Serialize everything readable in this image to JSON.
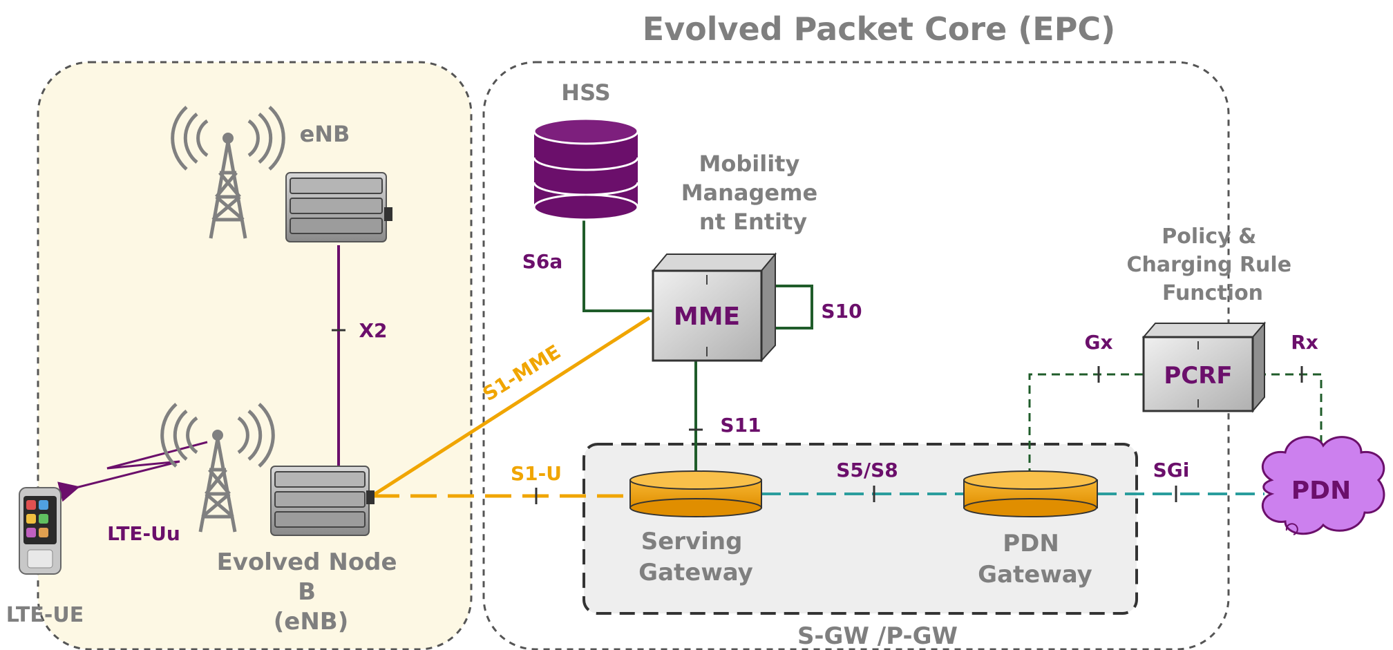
{
  "title": "Evolved Packet Core (EPC)",
  "nodes": {
    "enb_top": "eNB",
    "hss": "HSS",
    "mme_desc": [
      "Mobility",
      "Manageme",
      "nt Entity"
    ],
    "mme": "MME",
    "pcrf_desc": [
      "Policy &",
      "Charging Rule",
      "Function"
    ],
    "pcrf": "PCRF",
    "pdn": "PDN",
    "sgw": [
      "Serving",
      "Gateway"
    ],
    "pgw": [
      "PDN",
      "Gateway"
    ],
    "enb_bottom": [
      "Evolved Node",
      "B",
      "(eNB)"
    ],
    "ue": "LTE-UE",
    "gw_group": "S-GW /P-GW"
  },
  "interfaces": {
    "x2": "X2",
    "s6a": "S6a",
    "s10": "S10",
    "s1mme": "S1-MME",
    "s11": "S11",
    "s1u": "S1-U",
    "s5s8": "S5/S8",
    "sgi": "SGi",
    "gx": "Gx",
    "rx": "Rx",
    "lteuu": "LTE-Uu"
  },
  "colors": {
    "ran_fill": "#fdf8e4",
    "purple": "#6b0f6b",
    "orange": "#f0a500",
    "teal": "#2a9d9d",
    "green": "#1f5c2a",
    "gray_text": "#7f7f7f",
    "cloud": "#cc80ee"
  }
}
